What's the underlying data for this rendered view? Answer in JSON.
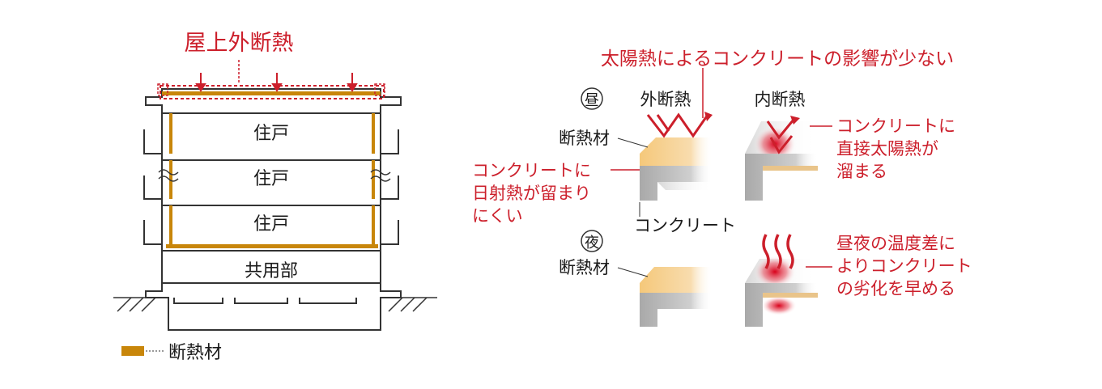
{
  "building": {
    "title": "屋上外断熱",
    "units": [
      "住戸",
      "住戸",
      "住戸"
    ],
    "common": "共用部",
    "legend_label": "断熱材"
  },
  "comparison": {
    "sun_note": "太陽熱によるコンクリートの影響が少ない",
    "day_mark": "昼",
    "night_mark": "夜",
    "outer_label": "外断熱",
    "inner_label": "内断熱",
    "insulation_label_day": "断熱材",
    "insulation_label_night": "断熱材",
    "concrete_label": "コンクリート",
    "note_outer_day": [
      "コンクリートに",
      "日射熱が留まり",
      "にくい"
    ],
    "note_inner_day": [
      "コンクリートに",
      "直接太陽熱が",
      "溜まる"
    ],
    "note_inner_night": [
      "昼夜の温度差に",
      "よりコンクリート",
      "の劣化を早める"
    ]
  },
  "colors": {
    "accent_red": "#cc1f2b",
    "insulation": "#c8860a",
    "concrete_gray": "#8c8c8c"
  }
}
